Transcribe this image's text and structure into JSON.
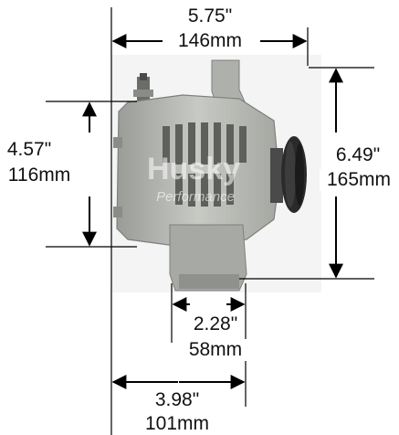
{
  "dimensions": {
    "top_width": {
      "inches": "5.75\"",
      "mm": "146mm"
    },
    "left_height": {
      "inches": "4.57\"",
      "mm": "116mm"
    },
    "right_height": {
      "inches": "6.49\"",
      "mm": "165mm"
    },
    "mount_width": {
      "inches": "2.28\"",
      "mm": "58mm"
    },
    "bottom_width": {
      "inches": "3.98\"",
      "mm": "101mm"
    }
  },
  "watermark": {
    "brand": "Husky",
    "tagline": "Performance"
  },
  "colors": {
    "body": "#b9bbb6",
    "body_dark": "#7d807b",
    "pulley": "#2a2a2a",
    "lines": "#000000"
  }
}
